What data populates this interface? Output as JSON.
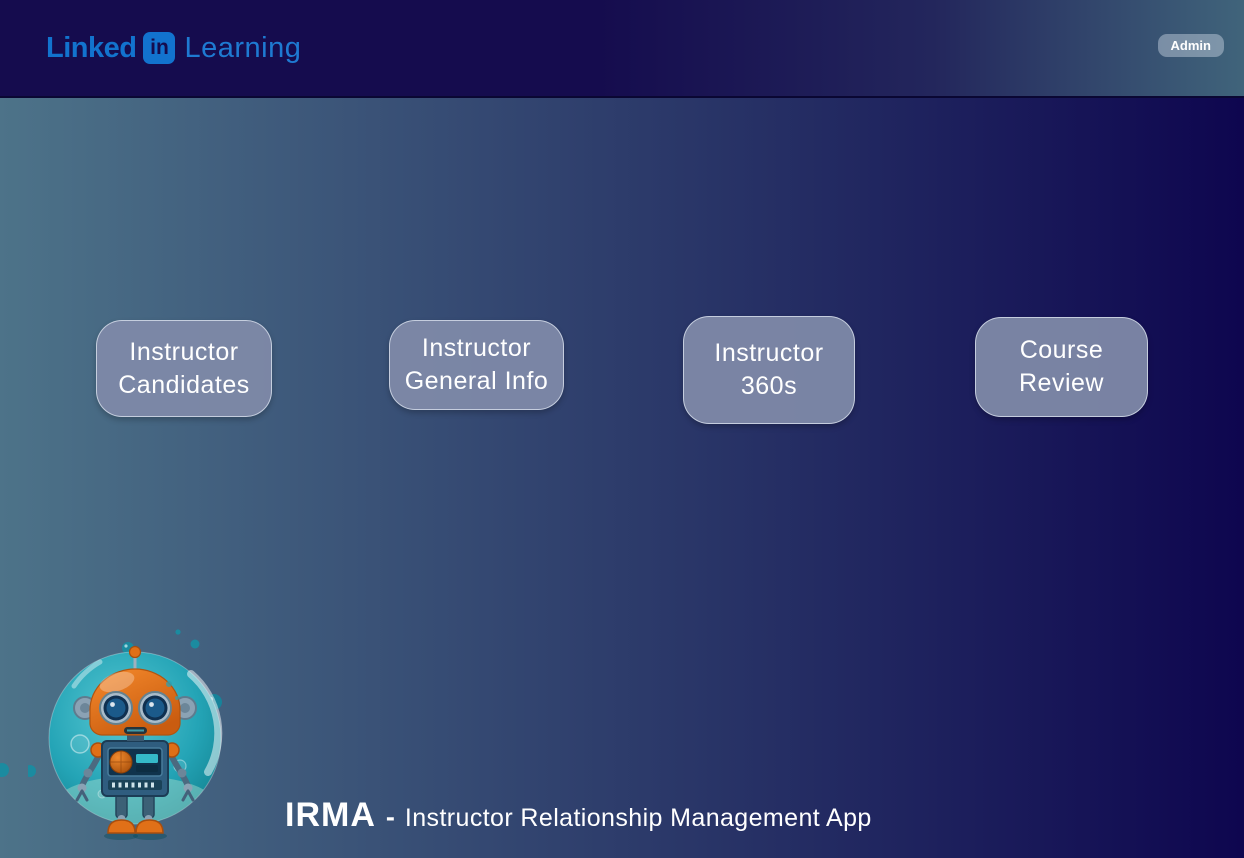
{
  "header": {
    "logo": {
      "word1": "Linked",
      "badge": "in",
      "word2": "Learning"
    },
    "admin_badge_label": "Admin"
  },
  "nav": {
    "buttons": [
      {
        "id": "instructor-candidates",
        "label": "Instructor\nCandidates"
      },
      {
        "id": "instructor-general-info",
        "label": "Instructor\nGeneral Info"
      },
      {
        "id": "instructor-360s",
        "label": "Instructor\n360s"
      },
      {
        "id": "course-review",
        "label": "Course\nReview"
      }
    ]
  },
  "footer": {
    "app_name": "IRMA",
    "separator": "-",
    "tagline": "Instructor Relationship Management App",
    "mascot": "orange-robot-in-teal-bubble"
  },
  "colors": {
    "brand_blue": "#1273ce",
    "header_gradient_left": "#150c4e",
    "header_gradient_right": "#40647b",
    "body_gradient_left": "#4d7389",
    "body_gradient_right": "#0e064f",
    "button_fill": "#7e89a8",
    "button_border": "#d2dae8",
    "bubble_teal": "#1a9aae",
    "robot_orange": "#e07018"
  }
}
